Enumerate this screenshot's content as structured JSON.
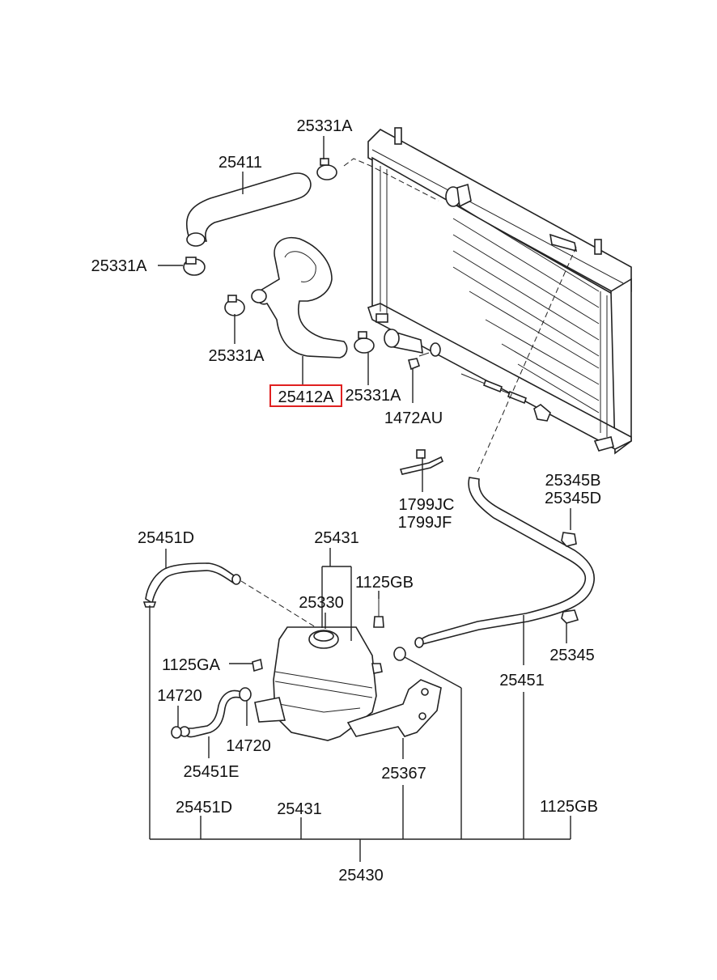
{
  "labels": {
    "clamp_top": "25331A",
    "hose_upper": "25411",
    "clamp_left": "25331A",
    "clamp_mid": "25331A",
    "hose_lower": "25412A",
    "clamp_right": "25331A",
    "bolt_radiator": "1472AU",
    "clip_a": "1799JC",
    "clip_b": "1799JF",
    "clamp_b": "25345B",
    "clamp_d": "25345D",
    "hose_overflow_left": "25451D",
    "reservoir": "25431",
    "bolt_gb": "1125GB",
    "cap": "25330",
    "bolt_ga": "1125GA",
    "clamp_14720_top": "14720",
    "clamp_14720_bottom": "14720",
    "hose_e": "25451E",
    "bracket": "25367",
    "clamp_25345": "25345",
    "hose_overflow_right": "25451",
    "assy_25451d": "25451D",
    "assy_25431": "25431",
    "assy_1125gb": "1125GB",
    "assy_total": "25430"
  },
  "highlight_color": "#e02020"
}
